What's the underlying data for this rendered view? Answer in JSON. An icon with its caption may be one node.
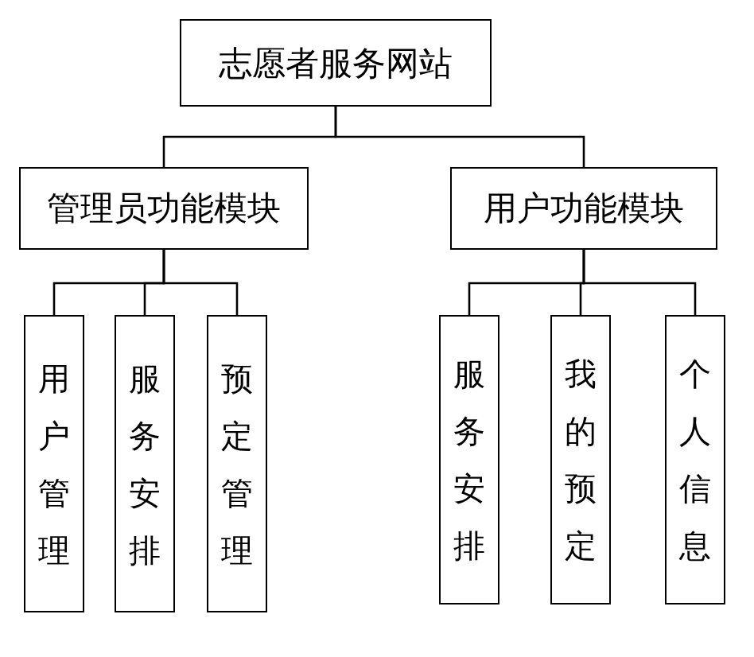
{
  "diagram": {
    "nodes": [
      {
        "text": [
          "志愿者服务网站"
        ]
      },
      {
        "text": [
          "管理员功能模块"
        ]
      },
      {
        "text": [
          "用户管理"
        ]
      },
      {
        "text": [
          "服务安排"
        ]
      },
      {
        "text": [
          "预定管理"
        ]
      },
      {
        "text": [
          "用户功能模块"
        ]
      },
      {
        "text": [
          "服务安排"
        ]
      },
      {
        "text": [
          "我的预定"
        ]
      },
      {
        "text": [
          "个人信息"
        ]
      }
    ],
    "edges": [
      {
        "from": 0,
        "to": 1,
        "arrow": "none"
      },
      {
        "from": 0,
        "to": 5,
        "arrow": "none"
      },
      {
        "from": 1,
        "to": 2,
        "arrow": "none"
      },
      {
        "from": 1,
        "to": 3,
        "arrow": "none"
      },
      {
        "from": 1,
        "to": 4,
        "arrow": "none"
      },
      {
        "from": 5,
        "to": 6,
        "arrow": "none"
      },
      {
        "from": 5,
        "to": 7,
        "arrow": "none"
      },
      {
        "from": 5,
        "to": 8,
        "arrow": "none"
      }
    ]
  }
}
